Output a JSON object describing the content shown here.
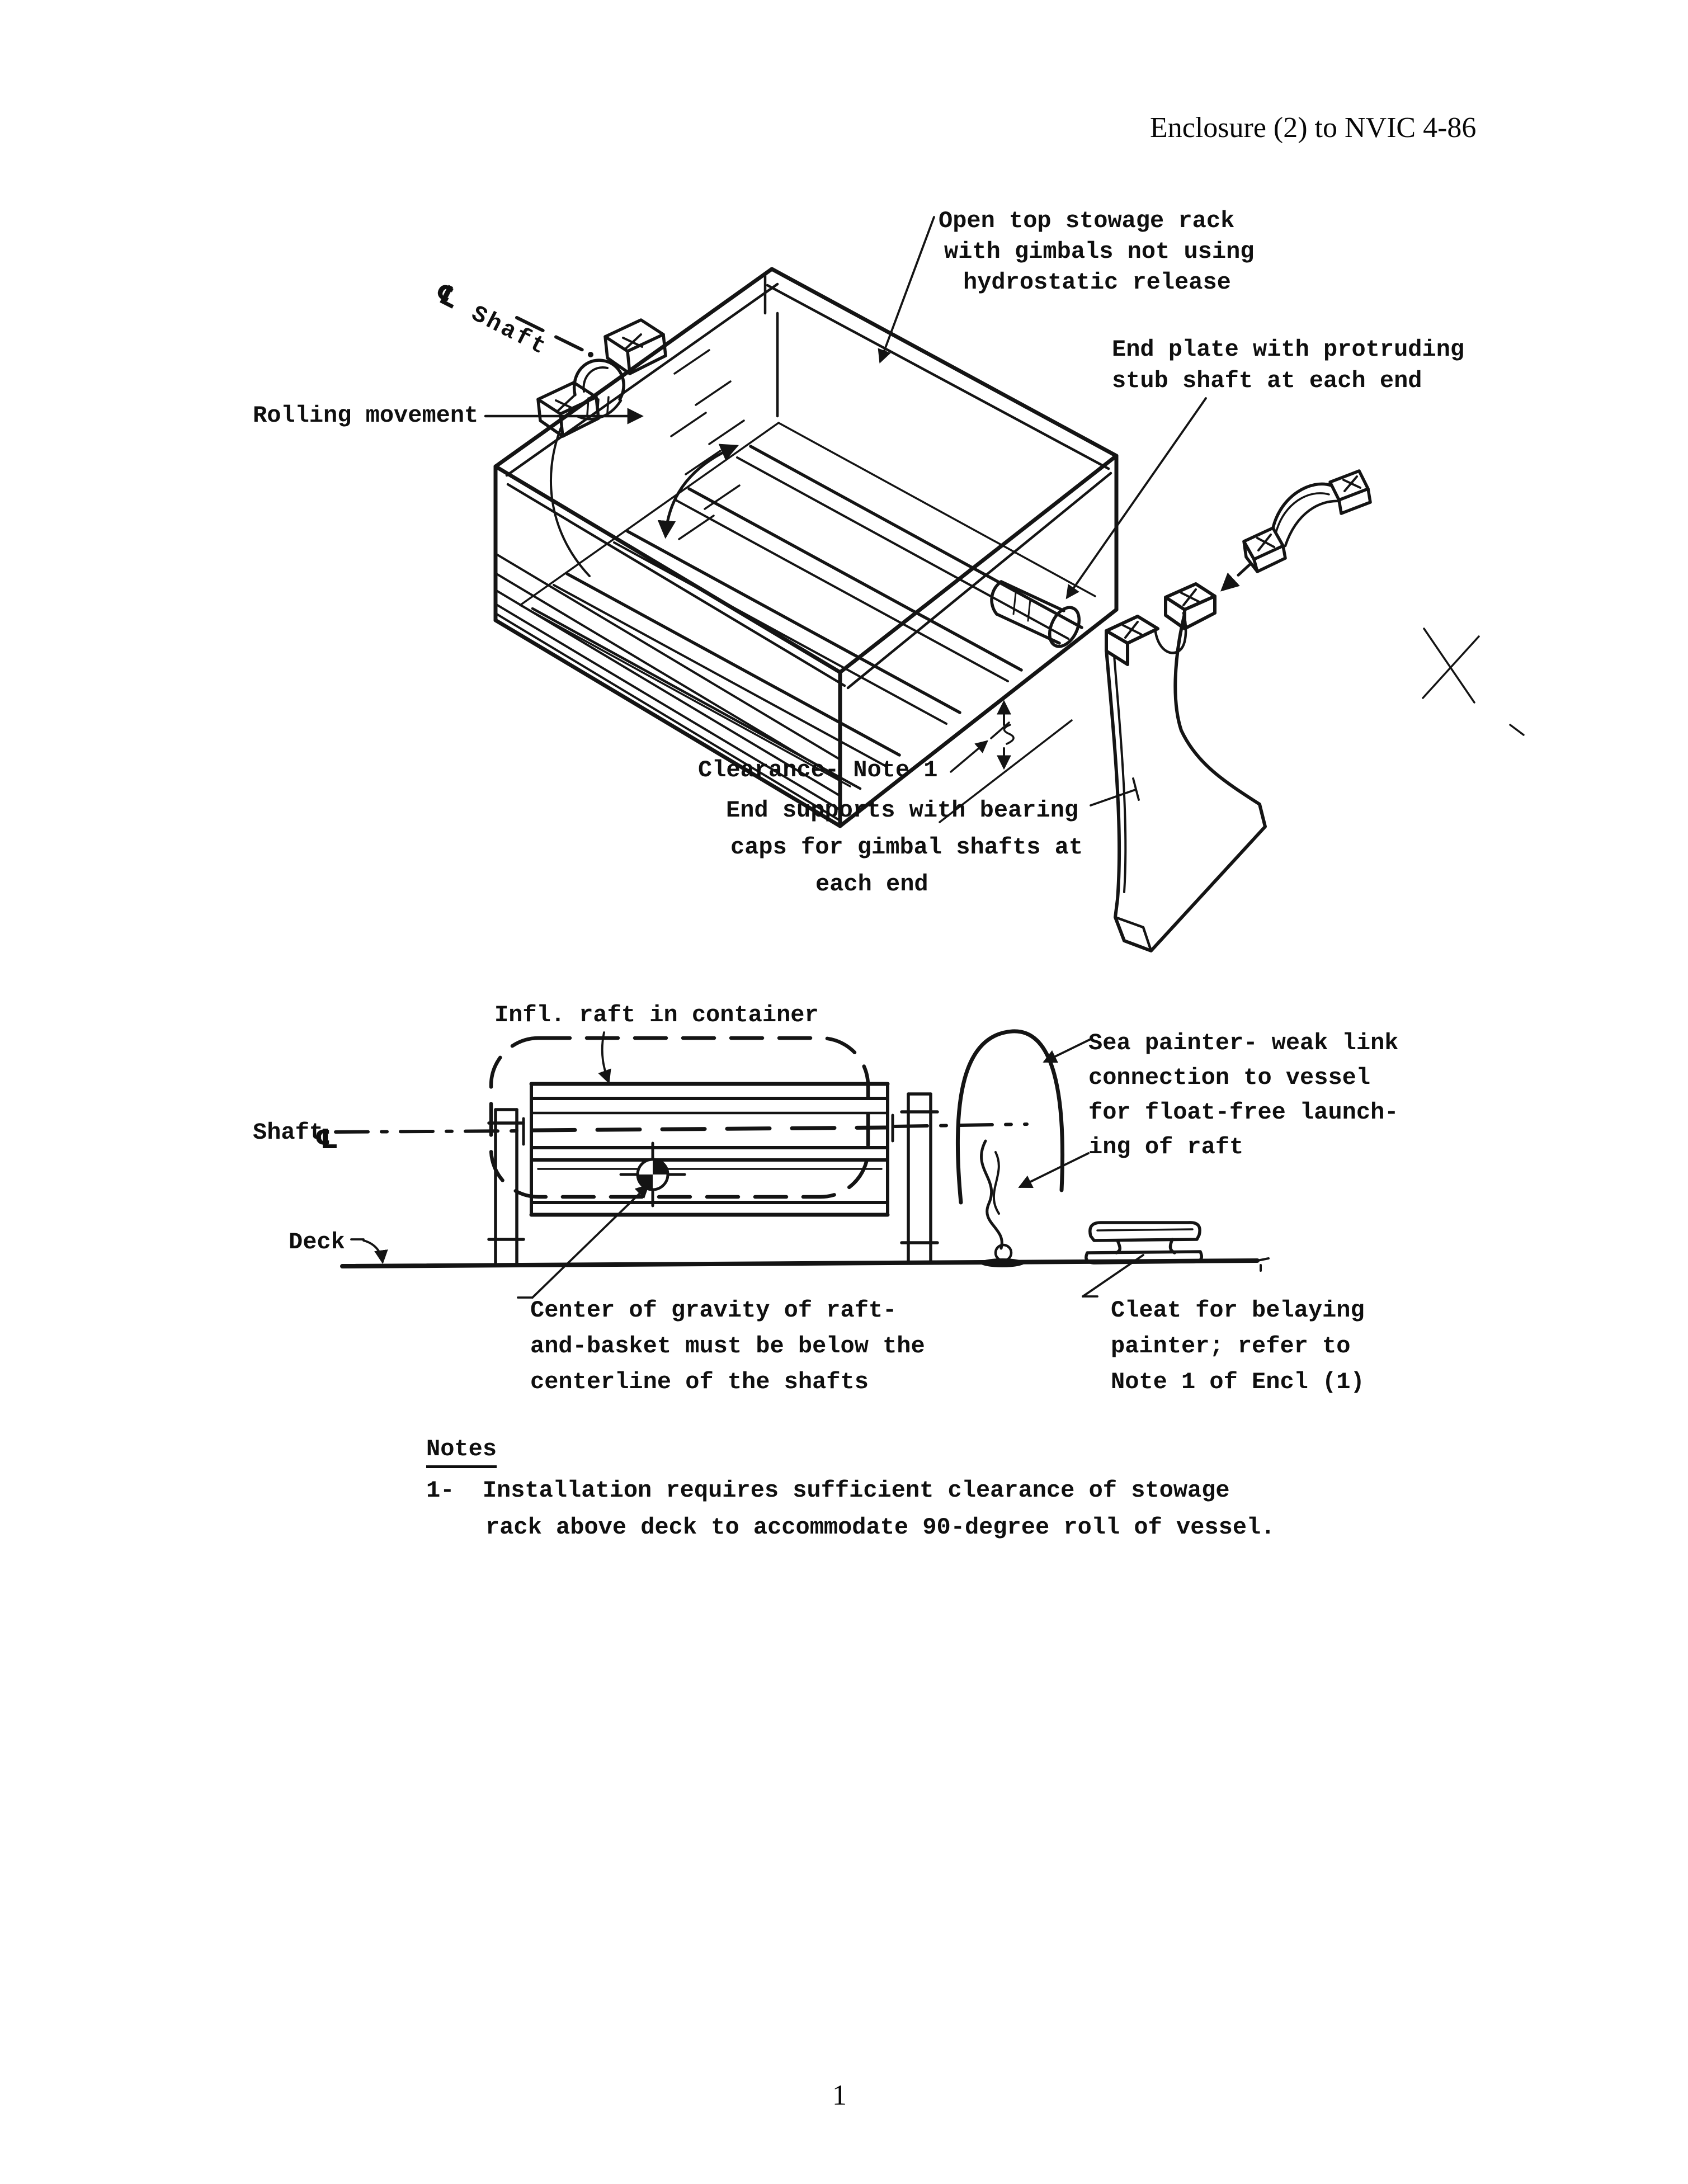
{
  "ink_color": "#141414",
  "paper_color": "#ffffff",
  "page": {
    "header": "Enclosure (2) to NVIC 4-86",
    "page_number": "1"
  },
  "figure1": {
    "open_top": [
      "Open top stowage rack",
      "with gimbals not using",
      "hydrostatic release"
    ],
    "cl_symbol": "℄",
    "cl_shaft_word": "Shaft",
    "rolling": "Rolling movement",
    "end_plate": [
      "End plate with protruding",
      "stub shaft at each end"
    ],
    "clearance": "Clearance- Note 1",
    "end_supports": [
      "End supports with bearing",
      "caps for gimbal shafts at",
      "each end"
    ]
  },
  "figure2": {
    "raft": "Infl. raft in container",
    "sea_painter": [
      "Sea painter- weak link",
      "connection to vessel",
      "for float-free launch-",
      "ing of raft"
    ],
    "shaft_word": "Shaft",
    "cl_symbol": "℄",
    "deck": "Deck",
    "cog": [
      "Center of gravity of raft-",
      "and-basket must be below the",
      "centerline of the shafts"
    ],
    "cleat": [
      "Cleat for belaying",
      "painter; refer to",
      "Note 1 of Encl (1)"
    ]
  },
  "notes": {
    "heading": "Notes",
    "item1_lines": [
      "1-  Installation requires sufficient clearance of stowage",
      "rack above deck to accommodate 90-degree roll of vessel."
    ]
  }
}
